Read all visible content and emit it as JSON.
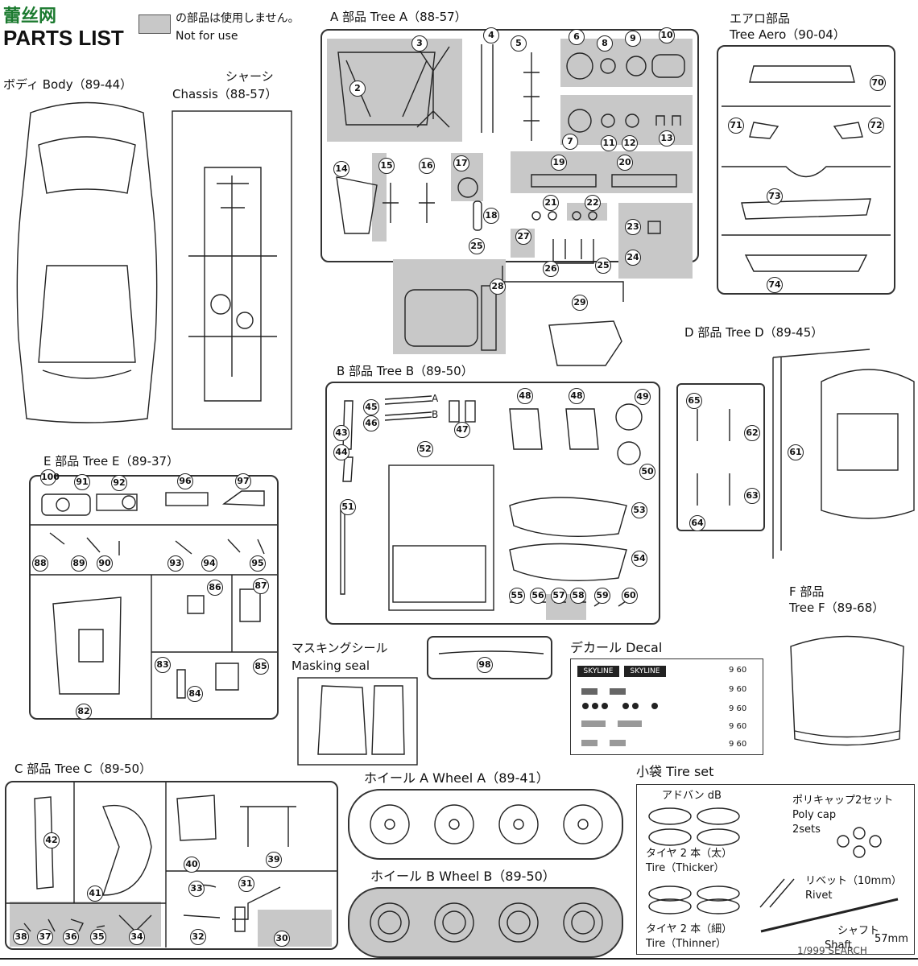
{
  "watermark": "蕾丝网",
  "header": {
    "title": "PARTS LIST",
    "legend_jp": "の部品は使用しません。",
    "legend_en": "Not for use"
  },
  "body": {
    "label": "ボディ Body（89-44）"
  },
  "chassis": {
    "label_jp": "シャーシ",
    "label_en": "Chassis（88-57）"
  },
  "tree_a": {
    "label": "A 部品 Tree A（88-57）",
    "parts": [
      "2",
      "3",
      "4",
      "5",
      "6",
      "7",
      "8",
      "9",
      "10",
      "11",
      "12",
      "13",
      "14",
      "15",
      "16",
      "17",
      "18",
      "19",
      "20",
      "21",
      "22",
      "23",
      "24",
      "25",
      "25",
      "26",
      "27",
      "28",
      "29"
    ]
  },
  "tree_aero": {
    "label_jp": "エアロ部品",
    "label_en": "Tree Aero（90-04）",
    "parts": [
      "70",
      "71",
      "72",
      "73",
      "74"
    ]
  },
  "tree_b": {
    "label": "B 部品 Tree B（89-50）",
    "parts": [
      "43",
      "44",
      "45",
      "46",
      "47",
      "48",
      "48",
      "49",
      "50",
      "51",
      "52",
      "53",
      "54",
      "55",
      "56",
      "57",
      "58",
      "59",
      "60"
    ],
    "marker_a": "A",
    "marker_b": "B"
  },
  "tree_d": {
    "label": "D 部品 Tree D（89-45）",
    "parts": [
      "61",
      "62",
      "63",
      "64",
      "65"
    ]
  },
  "tree_e": {
    "label": "E 部品 Tree E（89-37）",
    "parts": [
      "82",
      "83",
      "84",
      "85",
      "86",
      "87",
      "88",
      "89",
      "90",
      "91",
      "92",
      "93",
      "94",
      "95",
      "96",
      "97",
      "100"
    ]
  },
  "tree_f": {
    "label_jp": "F 部品",
    "label_en": "Tree F（89-68）"
  },
  "masking": {
    "label_jp": "マスキングシール",
    "label_en": "Masking seal"
  },
  "part98": "98",
  "decal": {
    "label": "デカール Decal",
    "text_a": "SKYLINE",
    "text_b": "SKYLINE",
    "nums": [
      "9 60",
      "9 60",
      "9 60",
      "9 60",
      "9 60"
    ]
  },
  "tree_c": {
    "label": "C 部品 Tree C（89-50）",
    "parts": [
      "30",
      "31",
      "32",
      "33",
      "34",
      "35",
      "36",
      "37",
      "38",
      "39",
      "40",
      "41",
      "42"
    ]
  },
  "wheel_a": {
    "label": "ホイール A Wheel A（89-41）"
  },
  "wheel_b": {
    "label": "ホイール B Wheel B（89-50）"
  },
  "tire_set": {
    "label": "小袋 Tire set",
    "advan": "アドバン dB",
    "thick_jp": "タイヤ 2 本（太）",
    "thick_en": "Tire（Thicker）",
    "thin_jp": "タイヤ 2 本（細）",
    "thin_en": "Tire（Thinner）",
    "polycap_jp": "ポリキャップ2セット",
    "polycap_en1": "Poly cap",
    "polycap_en2": "2sets",
    "rivet_jp": "リベット（10mm）",
    "rivet_en": "Rivet",
    "shaft_jp": "シャフト",
    "shaft_en": "Shaft",
    "shaft_len": "57mm"
  },
  "footer": {
    "logo": "1/999 SEARCH"
  }
}
